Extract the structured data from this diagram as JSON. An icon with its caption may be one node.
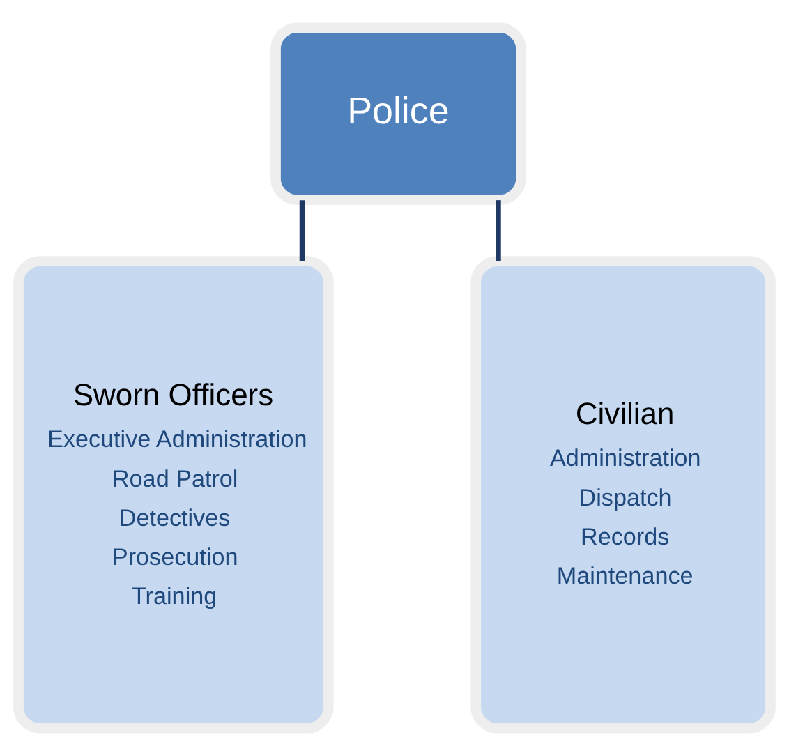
{
  "diagram": {
    "nodes": [
      {
        "text": [
          "Police"
        ]
      },
      {
        "text": [
          "Sworn Officers",
          "Executive Administration",
          "Road Patrol",
          "Detectives",
          "Prosecution",
          "Training"
        ]
      },
      {
        "text": [
          "Civilian",
          "Administration",
          "Dispatch",
          "Records",
          "Maintenance"
        ]
      }
    ],
    "edges": [
      {
        "from": 0,
        "to": 1,
        "arrow": "none"
      },
      {
        "from": 0,
        "to": 2,
        "arrow": "none"
      }
    ]
  }
}
